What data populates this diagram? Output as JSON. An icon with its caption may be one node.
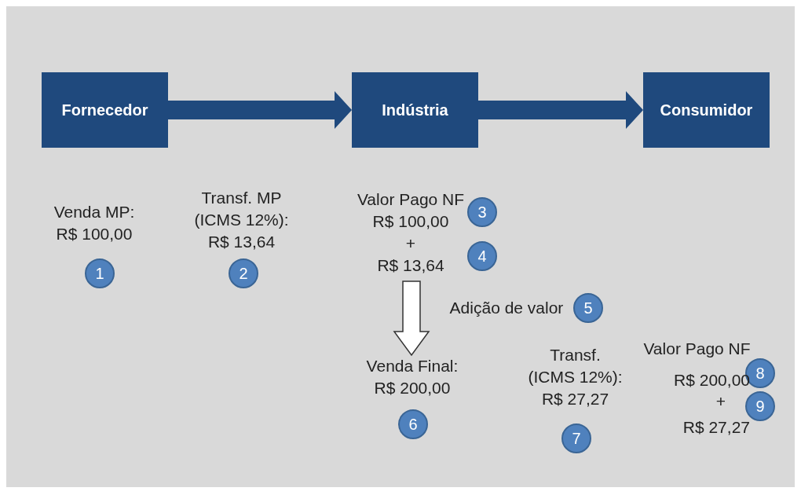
{
  "diagram": {
    "nodes": [
      {
        "text": [
          "Fornecedor"
        ]
      },
      {
        "text": [
          "Indústria"
        ]
      },
      {
        "text": [
          "Consumidor"
        ]
      },
      {
        "text": [
          "Valor Pago NF",
          "R$ 100,00",
          "+",
          "R$ 13,64"
        ]
      },
      {
        "text": [
          "Venda Final: R$ 200,00"
        ]
      },
      {
        "text": [
          "1"
        ]
      },
      {
        "text": [
          "2"
        ]
      },
      {
        "text": [
          "3"
        ]
      },
      {
        "text": [
          "4"
        ]
      },
      {
        "text": [
          "5"
        ]
      },
      {
        "text": [
          "6"
        ]
      },
      {
        "text": [
          "7"
        ]
      },
      {
        "text": [
          "8"
        ]
      },
      {
        "text": [
          "9"
        ]
      }
    ],
    "edges": [
      {
        "from": 0,
        "to": 1,
        "arrow": "to",
        "style": "thick"
      },
      {
        "from": 1,
        "to": 2,
        "arrow": "to",
        "style": "thick"
      },
      {
        "from": 3,
        "to": 4,
        "arrow": "to"
      }
    ],
    "labels": [
      "Venda MP: R$ 100,00",
      "Transf. MP (ICMS 12%): R$ 13,64",
      "Adição de valor",
      "Transf. (ICMS 12%): R$ 27,27",
      "Valor Pago NF",
      "R$ 200,00",
      "+",
      "R$ 27,27"
    ]
  }
}
